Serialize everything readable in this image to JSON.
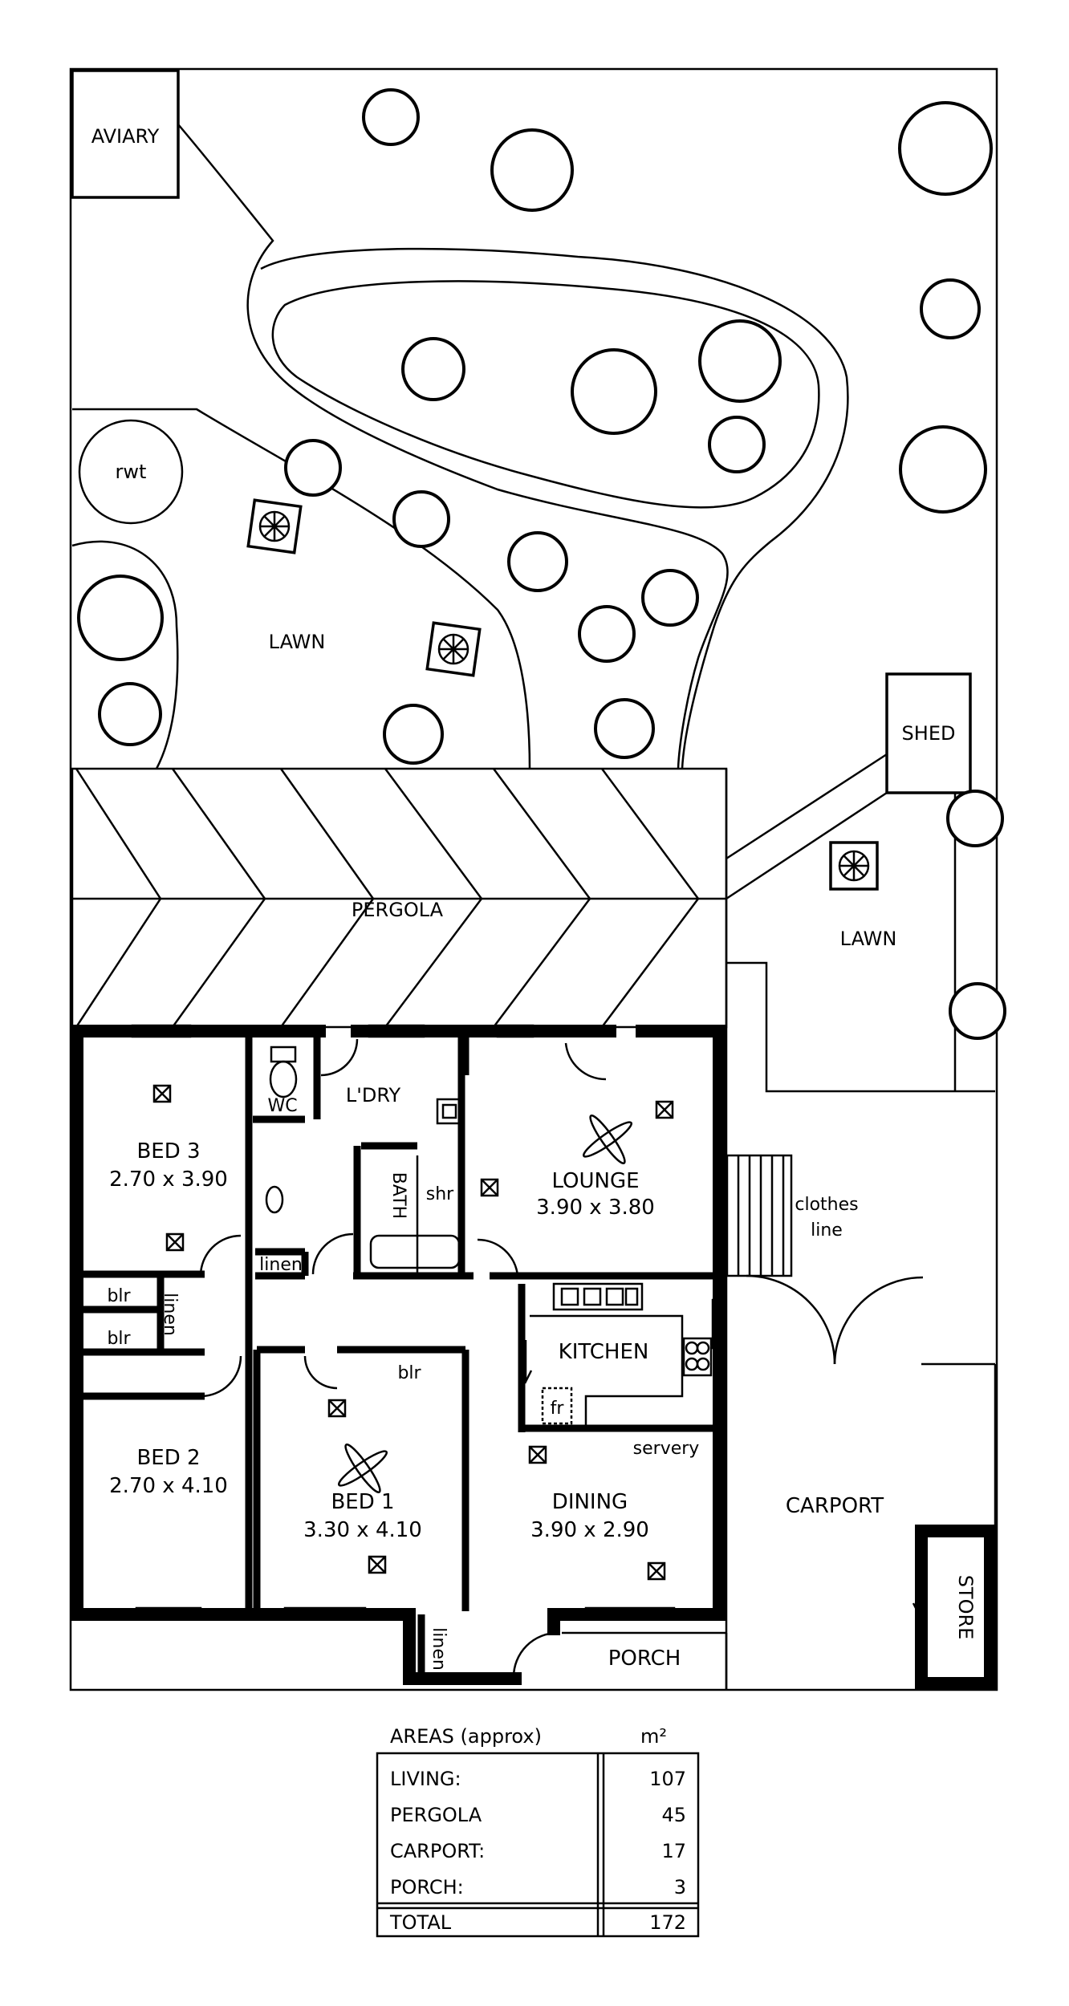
{
  "labels": {
    "aviary": "AVIARY",
    "rwt": "rwt",
    "lawn_back": "LAWN",
    "shed": "SHED",
    "lawn_side": "LAWN",
    "pergola": "PERGOLA",
    "bed3": "BED 3",
    "bed3_dims": "2.70 x 3.90",
    "wc": "WC",
    "ldry": "L'DRY",
    "bath": "BATH",
    "shr": "shr",
    "lounge": "LOUNGE",
    "lounge_dims": "3.90 x 3.80",
    "linen1": "linen",
    "linen2": "linen",
    "linen3": "linen",
    "blr1": "blr",
    "blr2": "blr",
    "blr3": "blr",
    "kitchen": "KITCHEN",
    "fr": "fr",
    "servery": "servery",
    "clothes_line_1": "clothes",
    "clothes_line_2": "line",
    "bed2": "BED 2",
    "bed2_dims": "2.70 x 4.10",
    "bed1": "BED 1",
    "bed1_dims": "3.30 x 4.10",
    "dining": "DINING",
    "dining_dims": "3.90 x 2.90",
    "carport": "CARPORT",
    "store": "STORE",
    "porch": "PORCH"
  },
  "areas": {
    "title": "AREAS (approx)",
    "unit": "m²",
    "rows": [
      {
        "name": "LIVING:",
        "value": "107"
      },
      {
        "name": "PERGOLA",
        "value": "45"
      },
      {
        "name": "CARPORT:",
        "value": "17"
      },
      {
        "name": "PORCH:",
        "value": "3"
      }
    ],
    "total_name": "TOTAL",
    "total_value": "172"
  }
}
